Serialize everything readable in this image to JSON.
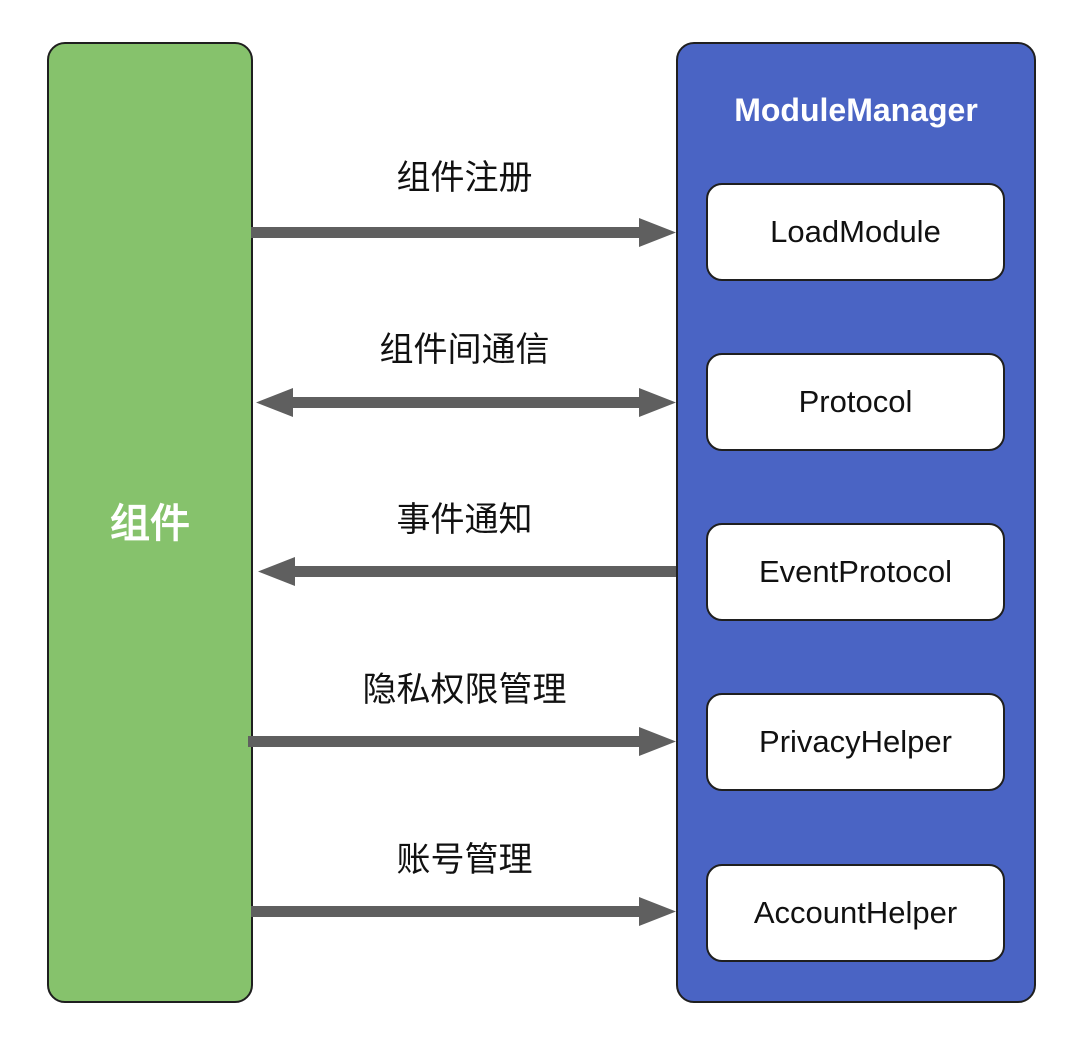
{
  "component": {
    "label": "组件",
    "fill_color": "#86c26c"
  },
  "manager": {
    "title": "ModuleManager",
    "fill_color": "#4a64c4"
  },
  "modules": [
    {
      "label": "LoadModule"
    },
    {
      "label": "Protocol"
    },
    {
      "label": "EventProtocol"
    },
    {
      "label": "PrivacyHelper"
    },
    {
      "label": "AccountHelper"
    }
  ],
  "connections": [
    {
      "label": "组件注册",
      "direction": "component-to-manager"
    },
    {
      "label": "组件间通信",
      "direction": "bidirectional"
    },
    {
      "label": "事件通知",
      "direction": "manager-to-component"
    },
    {
      "label": "隐私权限管理",
      "direction": "component-to-manager"
    },
    {
      "label": "账号管理",
      "direction": "component-to-manager"
    }
  ],
  "arrow_color": "#5f5f5f"
}
